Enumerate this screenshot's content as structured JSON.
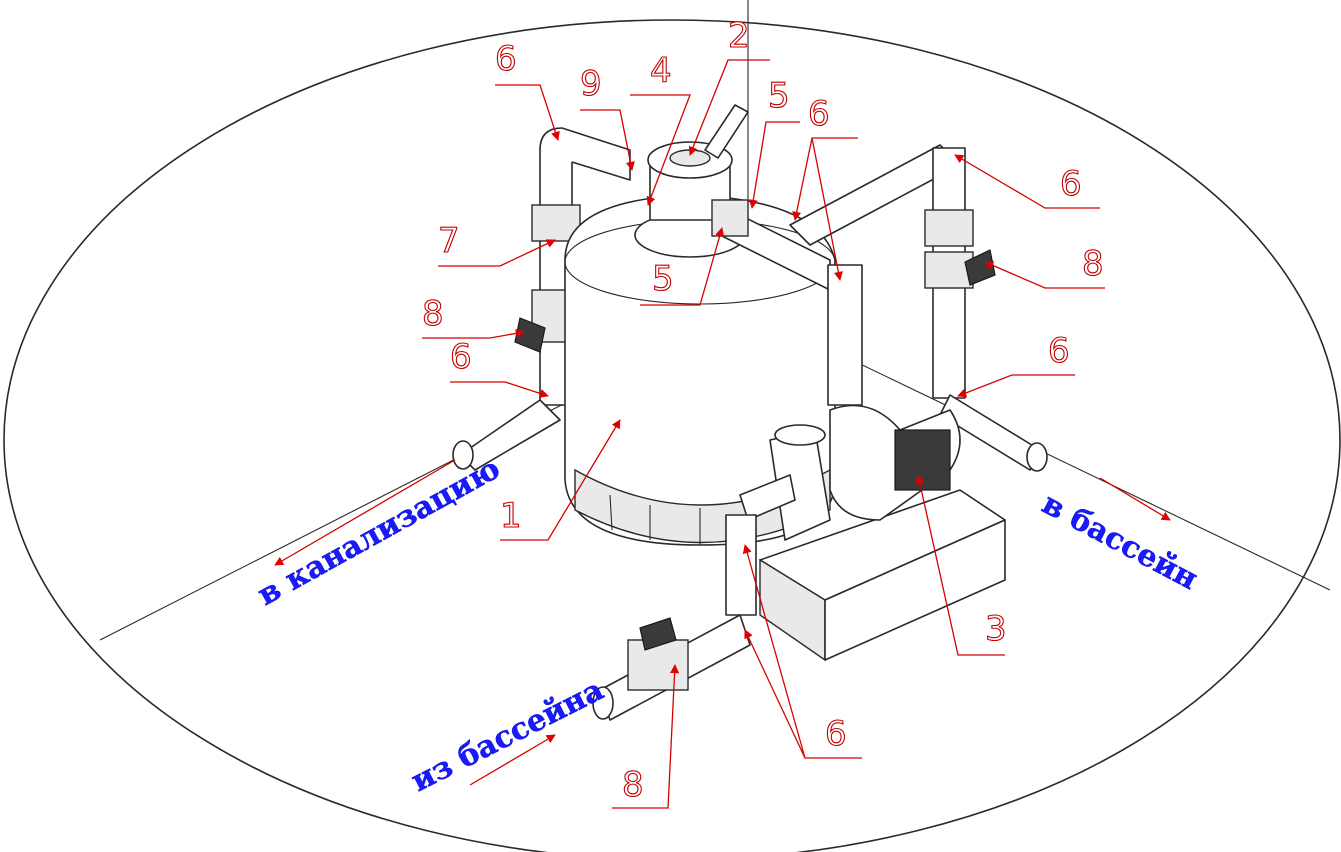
{
  "flow_labels": {
    "to_sewer": "в канализацию",
    "to_pool": "в бассейн",
    "from_pool": "из бассейна"
  },
  "callouts": {
    "c1": "1",
    "c2": "2",
    "c3": "3",
    "c4": "4",
    "c5a": "5",
    "c5b": "5",
    "c6a": "6",
    "c6b": "6",
    "c6c": "6",
    "c6d": "6",
    "c6e": "6",
    "c6f": "6",
    "c7": "7",
    "c8a": "8",
    "c8b": "8",
    "c8c": "8",
    "c9": "9"
  },
  "colors": {
    "leader": "#d80000",
    "flow_text": "#1a1aff",
    "linework": "#2a2a2a"
  }
}
